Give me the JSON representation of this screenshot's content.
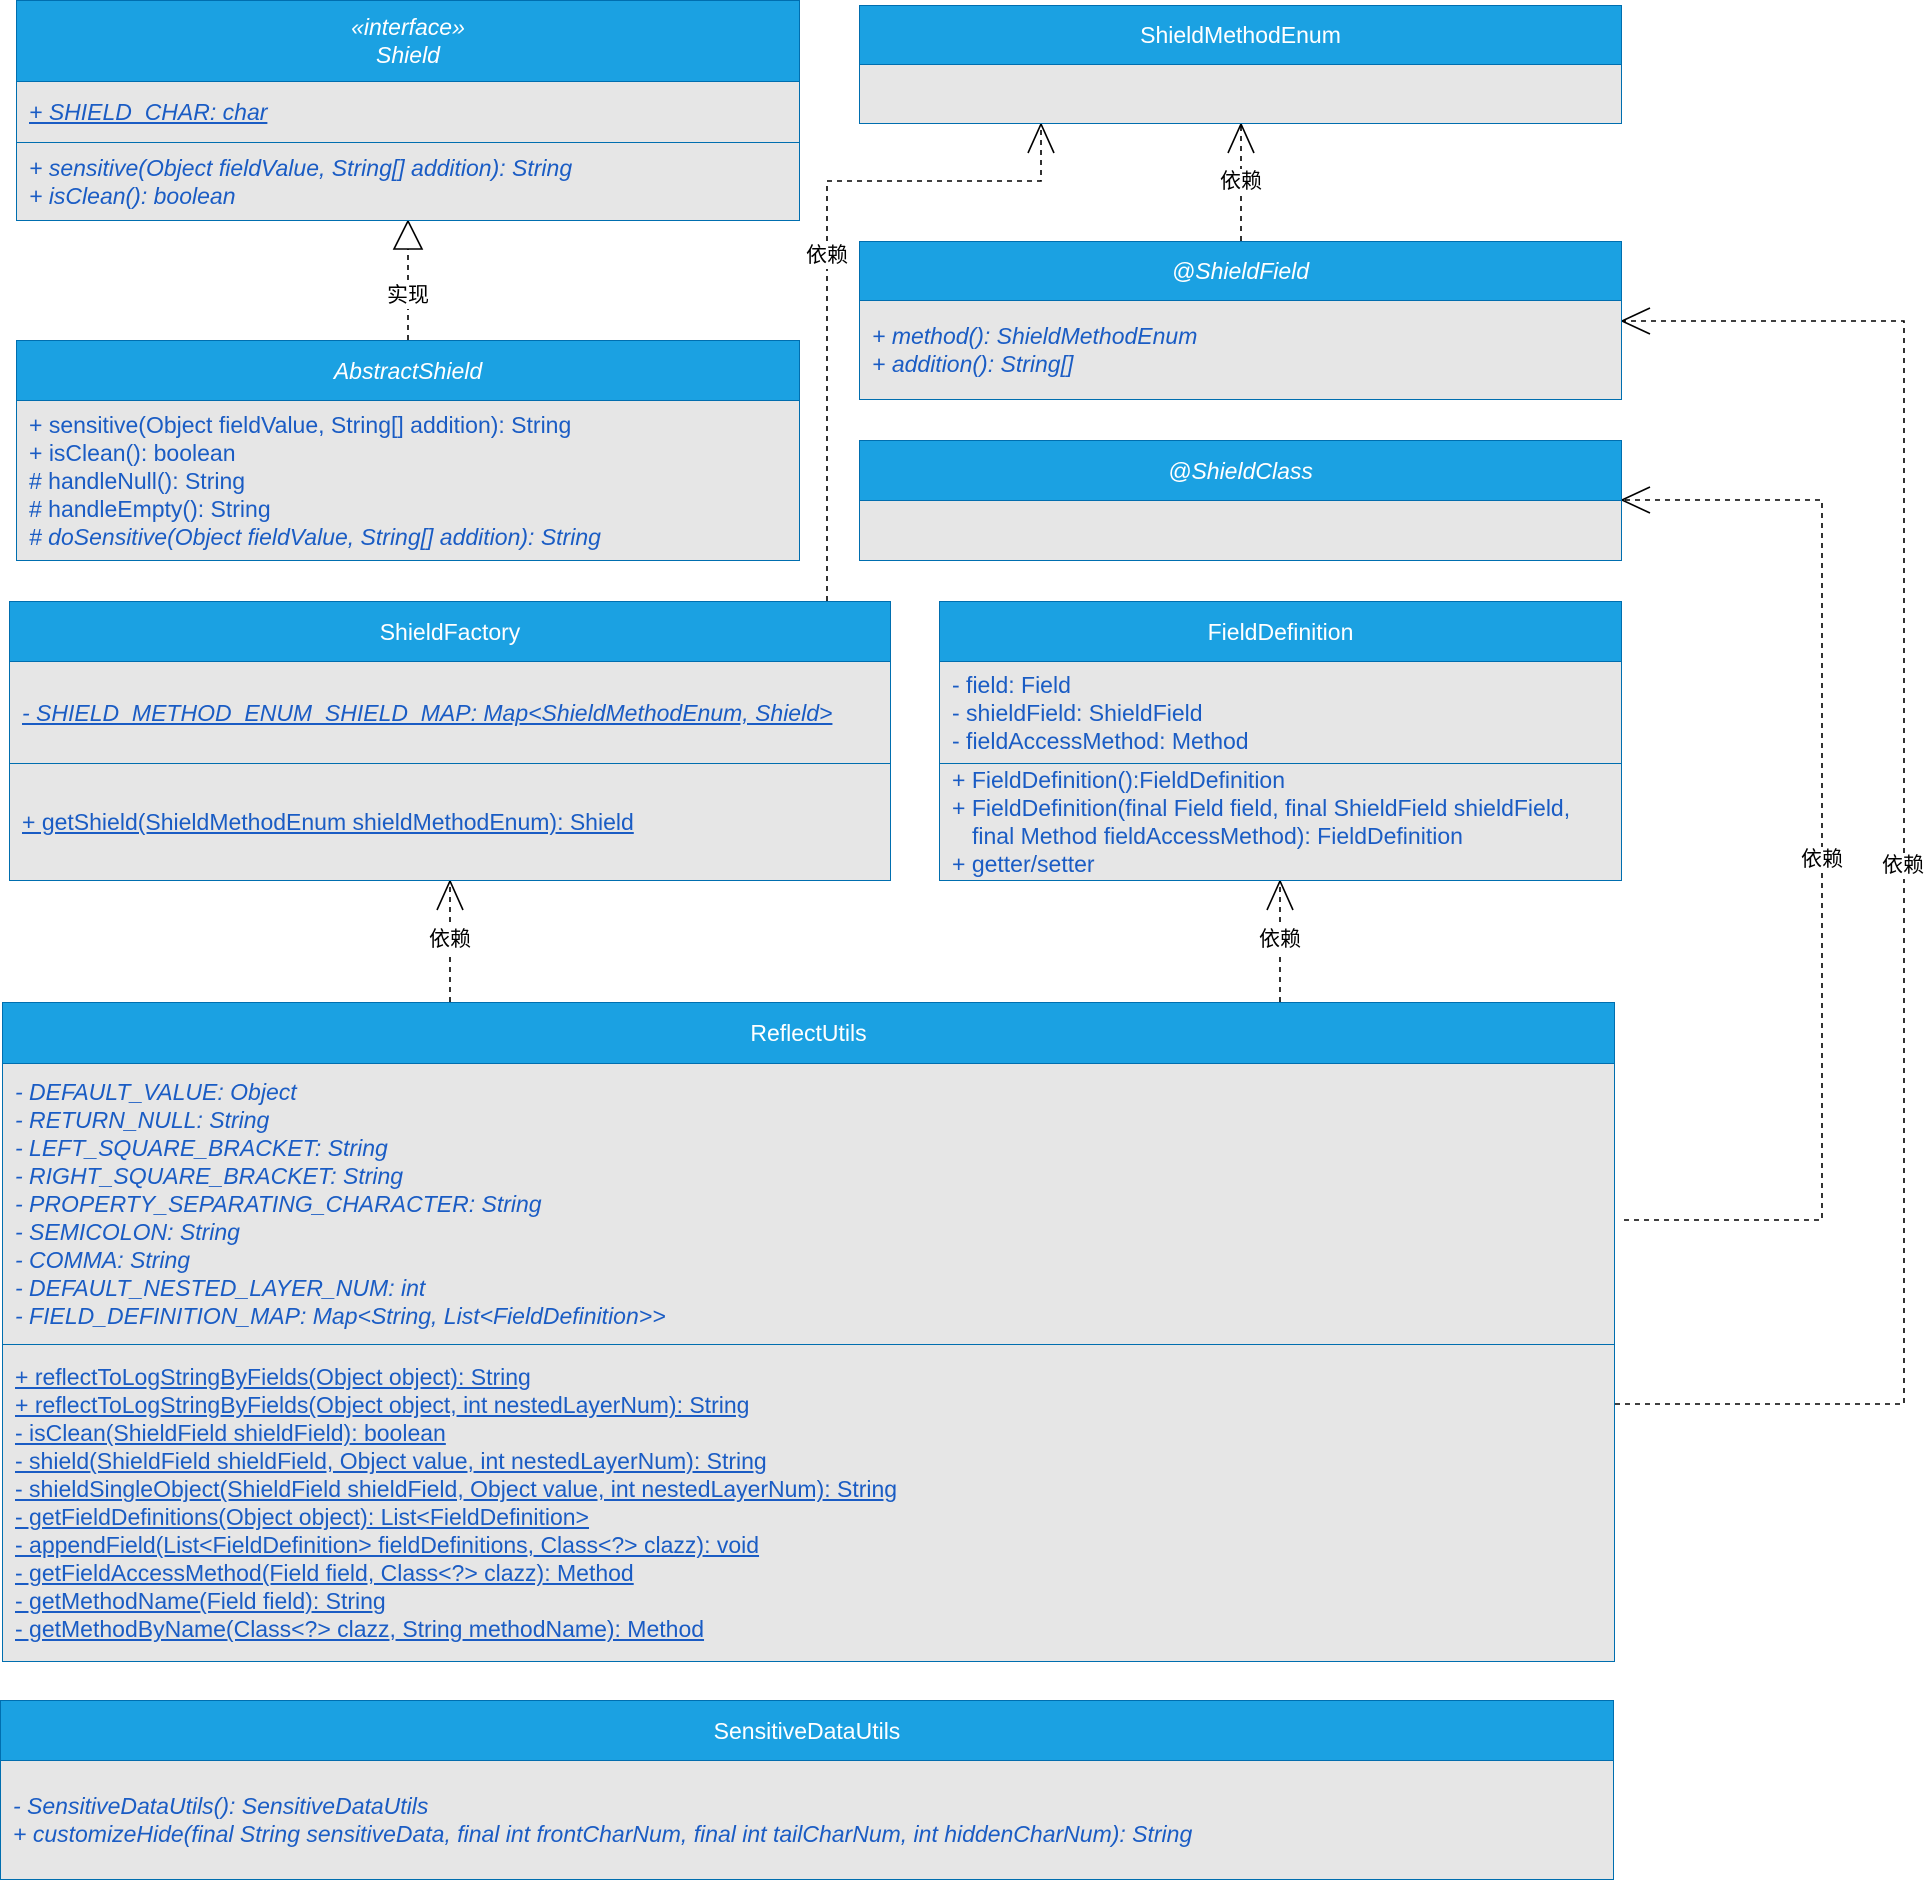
{
  "classes": {
    "shield": {
      "stereotype": "«interface»",
      "name": "Shield",
      "attributes": [
        "+ SHIELD_CHAR: char"
      ],
      "methods": [
        "+ sensitive(Object fieldValue, String[] addition): String",
        "+ isClean(): boolean"
      ]
    },
    "abstract_shield": {
      "name": "AbstractShield",
      "methods": [
        "+ sensitive(Object fieldValue, String[] addition): String",
        "+ isClean(): boolean",
        "# handleNull(): String",
        "# handleEmpty(): String",
        "# doSensitive(Object fieldValue, String[] addition): String"
      ]
    },
    "shield_method_enum": {
      "name": "ShieldMethodEnum"
    },
    "shield_field": {
      "name": "@ShieldField",
      "methods": [
        "+ method(): ShieldMethodEnum",
        "+ addition(): String[]"
      ]
    },
    "shield_class": {
      "name": "@ShieldClass"
    },
    "shield_factory": {
      "name": "ShieldFactory",
      "attributes": [
        "- SHIELD_METHOD_ENUM_SHIELD_MAP: Map<ShieldMethodEnum, Shield>"
      ],
      "methods": [
        "+ getShield(ShieldMethodEnum shieldMethodEnum): Shield"
      ]
    },
    "field_definition": {
      "name": "FieldDefinition",
      "attributes": [
        "- field: Field",
        "- shieldField: ShieldField",
        "- fieldAccessMethod: Method"
      ],
      "methods": [
        "+ FieldDefinition():FieldDefinition",
        "+ FieldDefinition(final Field field, final ShieldField shieldField,",
        "final Method fieldAccessMethod): FieldDefinition",
        "+ getter/setter"
      ]
    },
    "reflect_utils": {
      "name": "ReflectUtils",
      "attributes": [
        "- DEFAULT_VALUE: Object",
        "- RETURN_NULL: String",
        "- LEFT_SQUARE_BRACKET: String",
        "- RIGHT_SQUARE_BRACKET: String",
        "- PROPERTY_SEPARATING_CHARACTER: String",
        "- SEMICOLON: String",
        "- COMMA: String",
        "- DEFAULT_NESTED_LAYER_NUM: int",
        "- FIELD_DEFINITION_MAP: Map<String, List<FieldDefinition>>"
      ],
      "methods": [
        "+ reflectToLogStringByFields(Object object): String",
        "+ reflectToLogStringByFields(Object object, int nestedLayerNum): String",
        "- isClean(ShieldField shieldField): boolean",
        "- shield(ShieldField shieldField, Object value, int nestedLayerNum): String",
        "- shieldSingleObject(ShieldField shieldField, Object value, int nestedLayerNum): String",
        "- getFieldDefinitions(Object object): List<FieldDefinition>",
        "- appendField(List<FieldDefinition> fieldDefinitions, Class<?> clazz): void",
        "- getFieldAccessMethod(Field field, Class<?> clazz): Method",
        "- getMethodName(Field field): String",
        "- getMethodByName(Class<?> clazz, String methodName): Method"
      ]
    },
    "sensitive_data_utils": {
      "name": "SensitiveDataUtils",
      "methods": [
        "- SensitiveDataUtils(): SensitiveDataUtils",
        "+ customizeHide(final String sensitiveData, final int frontCharNum, final int tailCharNum, int hiddenCharNum): String"
      ]
    }
  },
  "edges": {
    "abstract_shield_to_shield": "实现",
    "shield_field_to_enum": "依赖",
    "factory_to_enum": "依赖",
    "reflect_to_factory": "依赖",
    "reflect_to_field_definition": "依赖",
    "reflect_to_shield_class": "依赖",
    "reflect_to_shield_field": "依赖"
  },
  "colors": {
    "header_fill": "#1BA1E2",
    "header_stroke": "#006EAF",
    "body_fill": "#E6E6E6",
    "body_text": "#1A5CC4",
    "header_text": "#FFFFFF"
  }
}
